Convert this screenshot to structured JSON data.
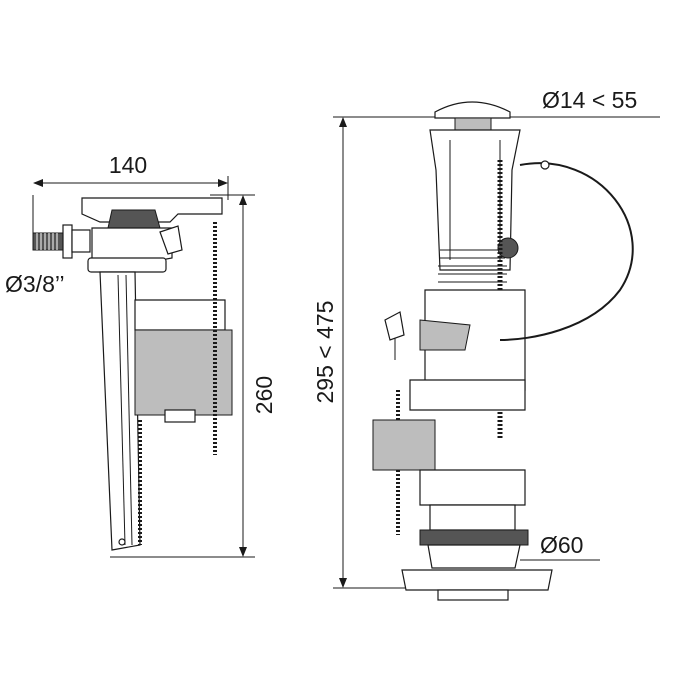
{
  "fill_valve": {
    "width_label": "140",
    "height_label": "260",
    "inlet_label": "Ø3/8’’"
  },
  "flush_valve": {
    "height_label": "295 < 475",
    "button_label": "Ø14 < 55",
    "base_label": "Ø60"
  }
}
